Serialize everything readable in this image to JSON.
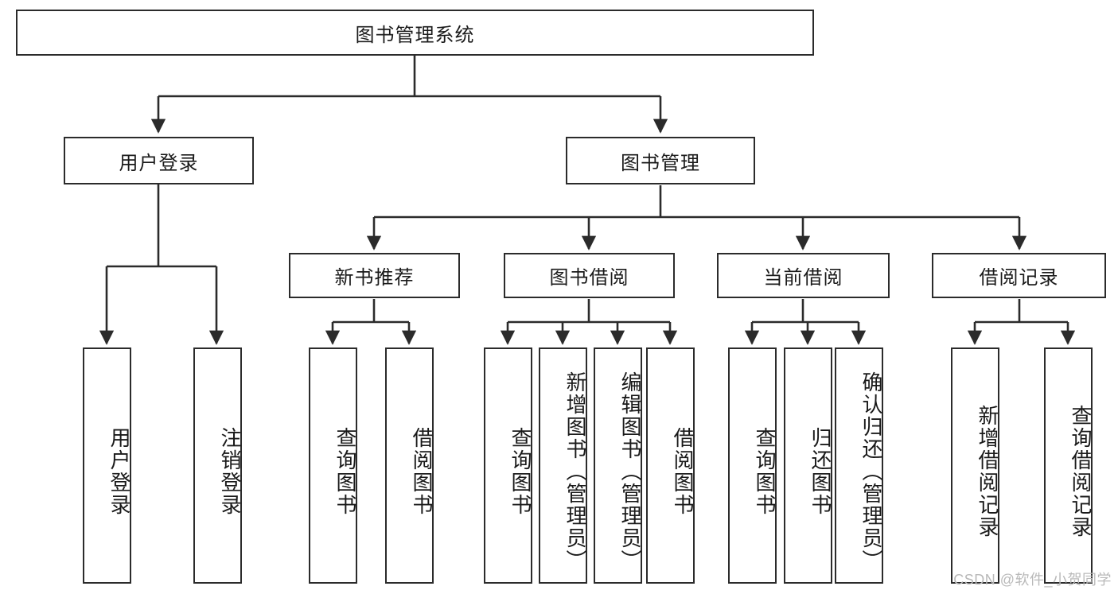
{
  "diagram": {
    "title": "图书管理系统",
    "watermark": "CSDN @软件_小贺同学",
    "root": {
      "label": "图书管理系统"
    },
    "level2": [
      {
        "label": "用户登录"
      },
      {
        "label": "图书管理"
      }
    ],
    "level3": [
      {
        "label": "新书推荐"
      },
      {
        "label": "图书借阅"
      },
      {
        "label": "当前借阅"
      },
      {
        "label": "借阅记录"
      }
    ],
    "leaves": {
      "user_login": [
        {
          "label": "用户登录"
        },
        {
          "label": "注销登录"
        }
      ],
      "new_book_recommend": [
        {
          "label": "查询图书"
        },
        {
          "label": "借阅图书"
        }
      ],
      "book_borrow": [
        {
          "label": "查询图书"
        },
        {
          "label": "新增图书（管理员）"
        },
        {
          "label": "编辑图书（管理员）"
        },
        {
          "label": "借阅图书"
        }
      ],
      "current_borrow": [
        {
          "label": "查询图书"
        },
        {
          "label": "归还图书"
        },
        {
          "label": "确认归还（管理员）"
        }
      ],
      "borrow_record": [
        {
          "label": "新增借阅记录"
        },
        {
          "label": "查询借阅记录"
        }
      ]
    },
    "colors": {
      "stroke": "#2b2b2b",
      "fill": "#ffffff",
      "text": "#1a1a1a",
      "watermark": "#b9b9b9"
    }
  }
}
